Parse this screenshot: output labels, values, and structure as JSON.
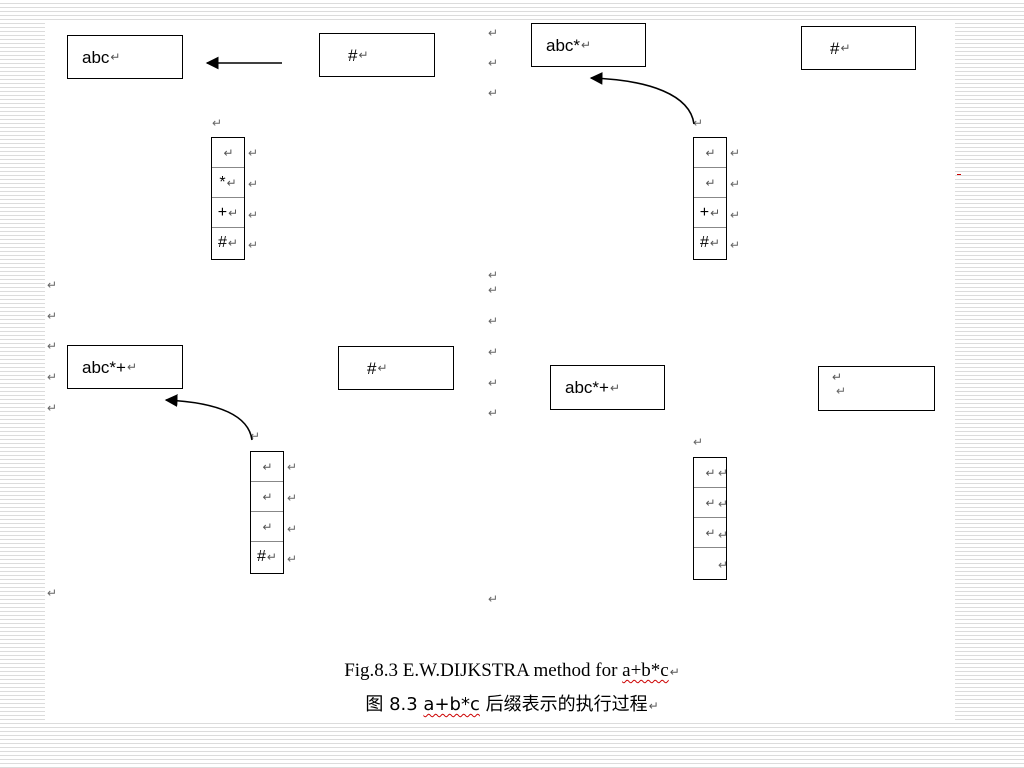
{
  "pilcrow": "↵",
  "panels": [
    {
      "output": "abc",
      "input": "#",
      "stack": [
        "",
        "*",
        "+",
        "#"
      ]
    },
    {
      "output": "abc*",
      "input": "#",
      "stack": [
        "",
        "",
        "+",
        "#"
      ]
    },
    {
      "output": "abc*+",
      "input": "#",
      "stack": [
        "",
        "",
        "",
        "#"
      ]
    },
    {
      "output": "abc*+",
      "input": "",
      "stack": [
        "",
        "",
        "",
        ""
      ]
    }
  ],
  "caption": {
    "en_prefix": "Fig.8.3 E.W.DIJKSTRA method for ",
    "en_expr": "a+b*c",
    "zh_prefix": "图 8.3 ",
    "zh_expr": "a+b*c",
    "zh_suffix": " 后缀表示的执行过程"
  }
}
